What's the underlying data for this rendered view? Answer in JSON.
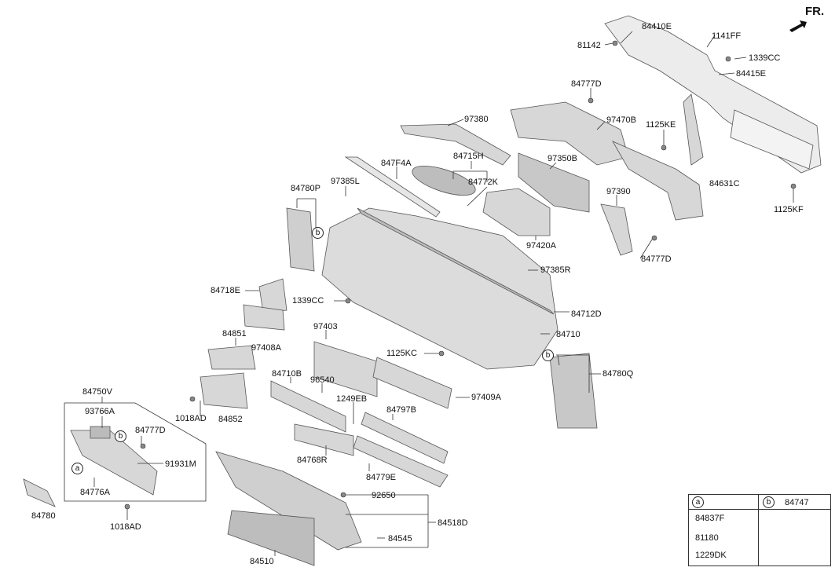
{
  "direction_label": "FR.",
  "parts": [
    "84410E",
    "1141FF",
    "81142",
    "1339CC",
    "84415E",
    "84777D",
    "97380",
    "97470B",
    "1125KE",
    "84715H",
    "97350B",
    "847F4A",
    "84772K",
    "84631C",
    "97385L",
    "84780P",
    "97390",
    "1125KF",
    "97420A",
    "84777D",
    "97385R",
    "84718E",
    "1339CC",
    "84712D",
    "84851",
    "97408A",
    "84710",
    "97403",
    "1125KC",
    "84780Q",
    "84750V",
    "84710B",
    "96540",
    "97409A",
    "93766A",
    "1018AD",
    "84852",
    "1249EB",
    "84797B",
    "84777D",
    "91931M",
    "84768R",
    "84776A",
    "84779E",
    "84780",
    "92650",
    "1018AD",
    "84518D",
    "84545",
    "84510"
  ],
  "callouts": {
    "a": "a",
    "b": "b"
  },
  "legend": {
    "a": {
      "marker": "a",
      "items": [
        "84837F",
        "81180",
        "1229DK"
      ]
    },
    "b": {
      "marker": "b",
      "items": [
        "84747"
      ]
    }
  }
}
